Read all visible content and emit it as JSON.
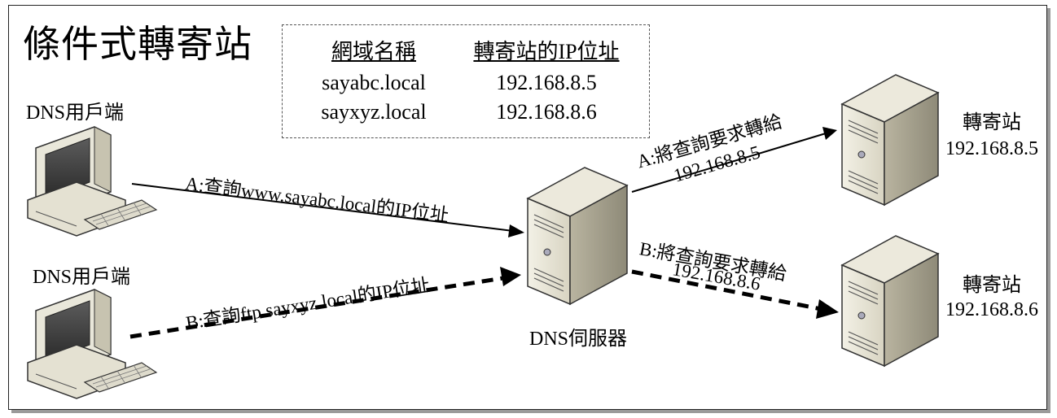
{
  "title": "條件式轉寄站",
  "table": {
    "headers": [
      "網域名稱",
      "轉寄站的IP位址"
    ],
    "rows": [
      [
        "sayabc.local",
        "192.168.8.5"
      ],
      [
        "sayxyz.local",
        "192.168.8.6"
      ]
    ]
  },
  "clients": [
    {
      "label": "DNS用戶端"
    },
    {
      "label": "DNS用戶端"
    }
  ],
  "dns_server": {
    "label": "DNS伺服器"
  },
  "forwarders": [
    {
      "label": "轉寄站",
      "ip": "192.168.8.5"
    },
    {
      "label": "轉寄站",
      "ip": "192.168.8.6"
    }
  ],
  "arrows": {
    "query_a": "A:查詢www.sayabc.local的IP位址",
    "query_b": "B:查詢ftp.sayxyz.local的IP位址",
    "forward_a": {
      "line1": "A:將查詢要求轉給",
      "line2": "192.168.8.5"
    },
    "forward_b": {
      "line1": "B:將查詢要求轉給",
      "line2": "192.168.8.6"
    }
  }
}
